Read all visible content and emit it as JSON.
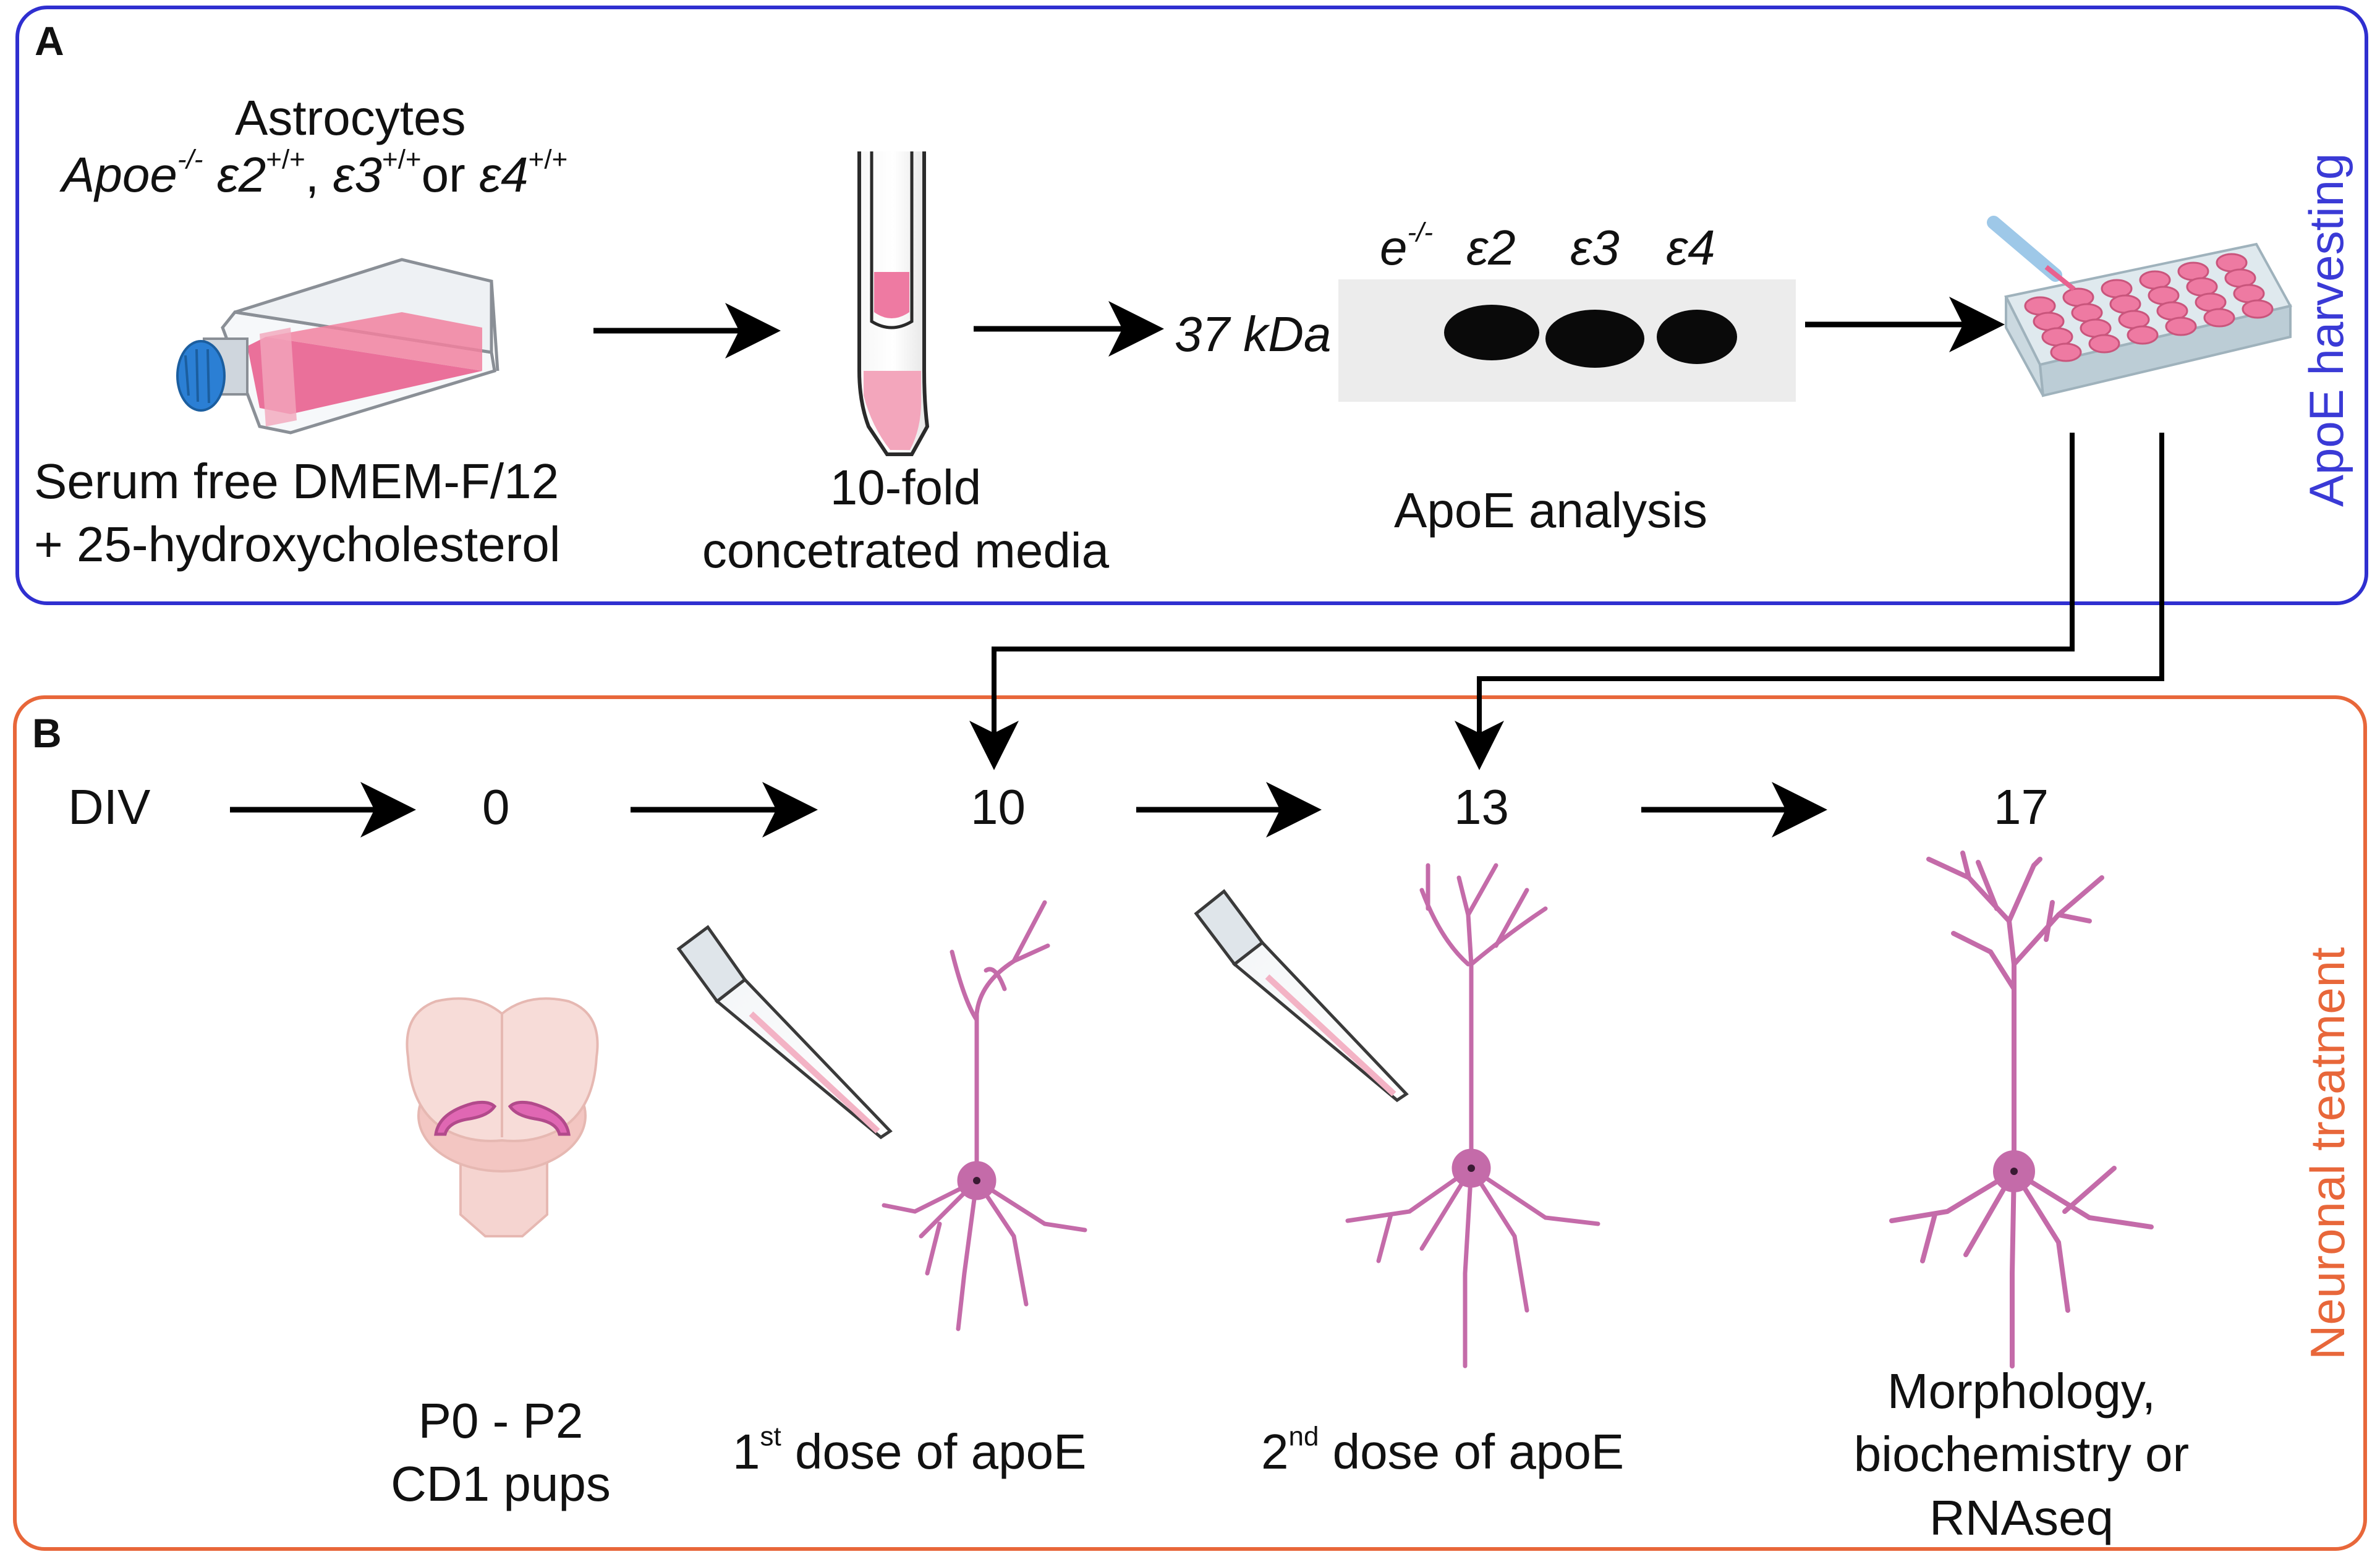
{
  "colors": {
    "panel_a_border": "#2f2fd0",
    "panel_b_border": "#e8673a",
    "pink_medium": "#e9618f",
    "pink_light": "#f3a6bc",
    "neuron": "#c46ba9",
    "arrow": "#000000",
    "vertical_a_text": "#3a3ad6",
    "vertical_b_text": "#e8673a",
    "flask_cap": "#2b7fd4",
    "brain": "#f5d4d0",
    "hippocampus": "#e067b3"
  },
  "panel_a": {
    "letter": "A",
    "vertical_label": "ApoE harvesting",
    "astro": {
      "title": "Astrocytes",
      "gene": "Apoe",
      "ko_sup": "-/-",
      "e2": "ε2",
      "e2_sup": "+/+",
      "sep1": ",",
      "e3": "ε3",
      "e3_sup": "+/+",
      "or": "or",
      "e4": "ε4",
      "e4_sup": "+/+"
    },
    "flask_caption": [
      "Serum free DMEM-F/12",
      "+ 25-hydroxycholesterol"
    ],
    "tube_caption": [
      "10-fold",
      "concetrated media"
    ],
    "blot": {
      "marker": "37 kDa",
      "lane_ko": "e",
      "lane_ko_sup": "-/-",
      "lanes": [
        "ε2",
        "ε3",
        "ε4"
      ],
      "caption": "ApoE analysis"
    },
    "icons": {
      "flask": "culture-flask-icon",
      "tube": "centrifuge-tube-icon",
      "plate": "well-plate-icon"
    }
  },
  "panel_b": {
    "letter": "B",
    "vertical_label": "Neuronal treatment",
    "timeline_label": "DIV",
    "days": [
      "0",
      "10",
      "13",
      "17"
    ],
    "brain_caption": [
      "P0 - P2",
      "CD1 pups"
    ],
    "dose1": {
      "num": "1",
      "sup": "st",
      "text": " dose of apoE"
    },
    "dose2": {
      "num": "2",
      "sup": "nd",
      "text": " dose of apoE"
    },
    "final_caption": [
      "Morphology,",
      "biochemistry or",
      "RNAseq"
    ],
    "icons": {
      "brain": "mouse-brain-icon",
      "pipette": "pipette-tip-icon",
      "neuron": "neuron-icon"
    }
  }
}
